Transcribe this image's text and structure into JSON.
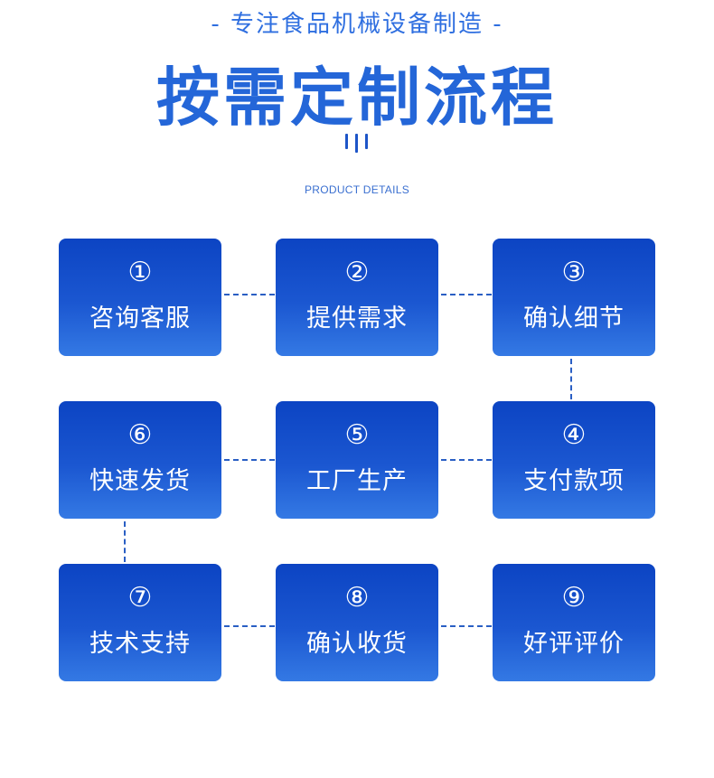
{
  "header": {
    "tagline": "- 专注食品机械设备制造 -",
    "title": "按需定制流程",
    "subtitle": "PRODUCT DETAILS"
  },
  "steps": [
    {
      "num": "①",
      "label": "咨询客服"
    },
    {
      "num": "②",
      "label": "提供需求"
    },
    {
      "num": "③",
      "label": "确认细节"
    },
    {
      "num": "④",
      "label": "支付款项"
    },
    {
      "num": "⑤",
      "label": "工厂生产"
    },
    {
      "num": "⑥",
      "label": "快速发货"
    },
    {
      "num": "⑦",
      "label": "技术支持"
    },
    {
      "num": "⑧",
      "label": "确认收货"
    },
    {
      "num": "⑨",
      "label": "好评评价"
    }
  ],
  "colors": {
    "accent": "#2466d8",
    "box_top": "#0c44c3",
    "box_bottom": "#3479e4",
    "connector": "#2a5fc4"
  }
}
